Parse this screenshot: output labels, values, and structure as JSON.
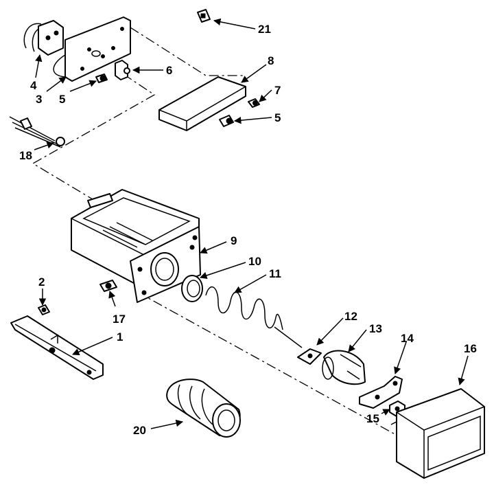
{
  "colors": {
    "ink": "#000000",
    "paper": "#ffffff"
  },
  "callouts": {
    "c1": "1",
    "c2": "2",
    "c3": "3",
    "c4": "4",
    "c5a": "5",
    "c5b": "5",
    "c6": "6",
    "c7": "7",
    "c8": "8",
    "c9": "9",
    "c10": "10",
    "c11": "11",
    "c12": "12",
    "c13": "13",
    "c14": "14",
    "c15": "15",
    "c16": "16",
    "c17": "17",
    "c18": "18",
    "c20": "20",
    "c21": "21"
  }
}
